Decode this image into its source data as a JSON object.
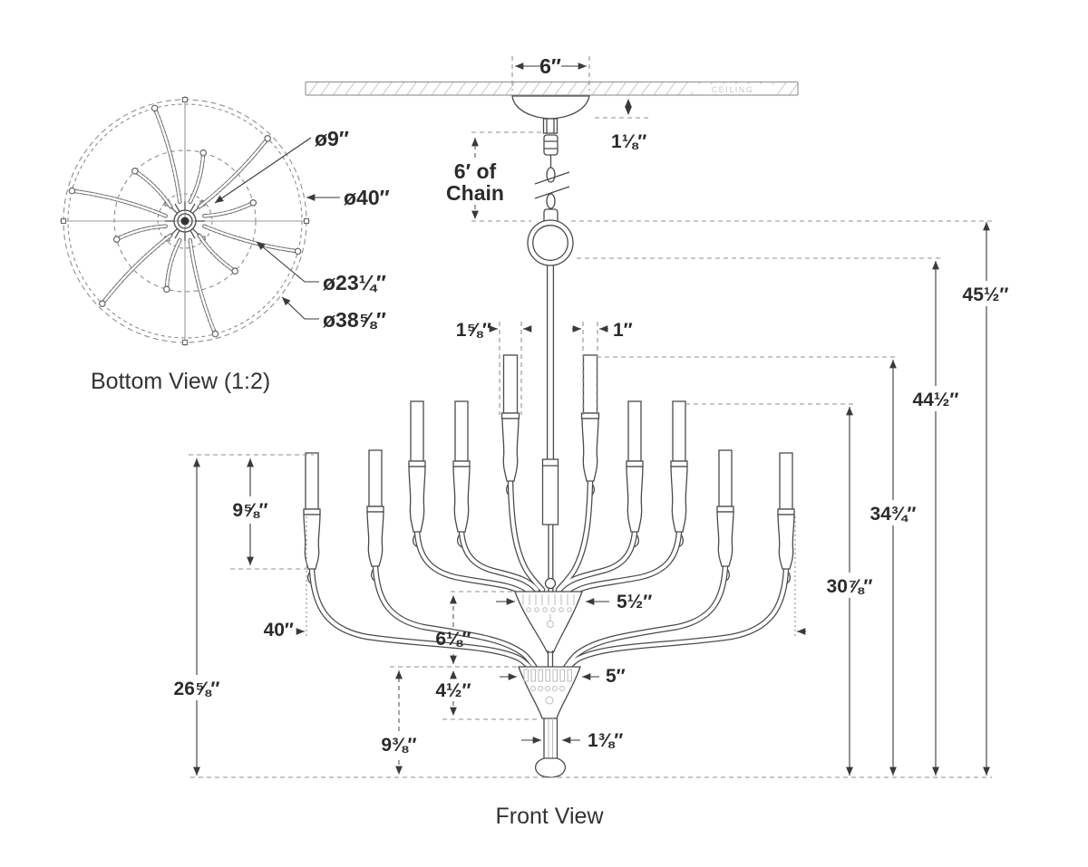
{
  "front": {
    "caption": "Front View",
    "ceiling": "CEILING",
    "chain1": "6′ of",
    "chain2": "Chain",
    "dims": {
      "canopy_width": "6″",
      "canopy_drop": "1⅛″",
      "overall_a": "45½″",
      "overall_b": "44½″",
      "to_upper_candles": "34¾″",
      "to_mid_candles": "30⅞″",
      "body_height": "26⅝″",
      "candle_height": "9⅝″",
      "overall_width": "40″",
      "sleeve_width": "1⅝″",
      "candle_width": "1″",
      "upper_bobeche_width": "5½″",
      "bobeche_gap": "6⅛″",
      "lower_bobeche_width": "5″",
      "lower_bobeche_height": "4½″",
      "bottom_drop": "9⅜″",
      "stem_width": "1⅜″"
    }
  },
  "bottom": {
    "caption": "Bottom View (1:2)",
    "dims": {
      "hub": "ø9″",
      "overall": "ø40″",
      "inner_ring": "ø23¼″",
      "outer_ring": "ø38⅝″"
    }
  },
  "colors": {
    "line": "#4a4a4a",
    "dimension": "#2b2b2b",
    "extension": "#8f8f8f",
    "detail": "#bbbbbb",
    "ceiling_text": "#c9c9c9"
  }
}
